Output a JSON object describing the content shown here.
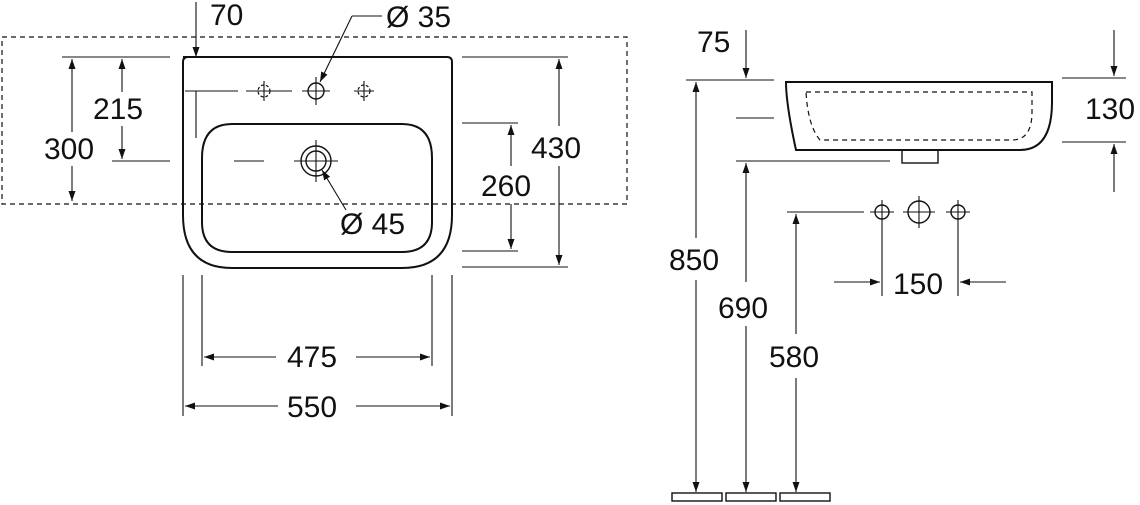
{
  "front_view": {
    "dim_70": "70",
    "dim_dia35": "Ø 35",
    "dim_215": "215",
    "dim_300": "300",
    "dim_430": "430",
    "dim_260": "260",
    "dim_dia45": "Ø 45",
    "dim_475": "475",
    "dim_550": "550"
  },
  "side_view": {
    "dim_75": "75",
    "dim_130": "130",
    "dim_850": "850",
    "dim_690": "690",
    "dim_580": "580",
    "dim_150": "150"
  }
}
